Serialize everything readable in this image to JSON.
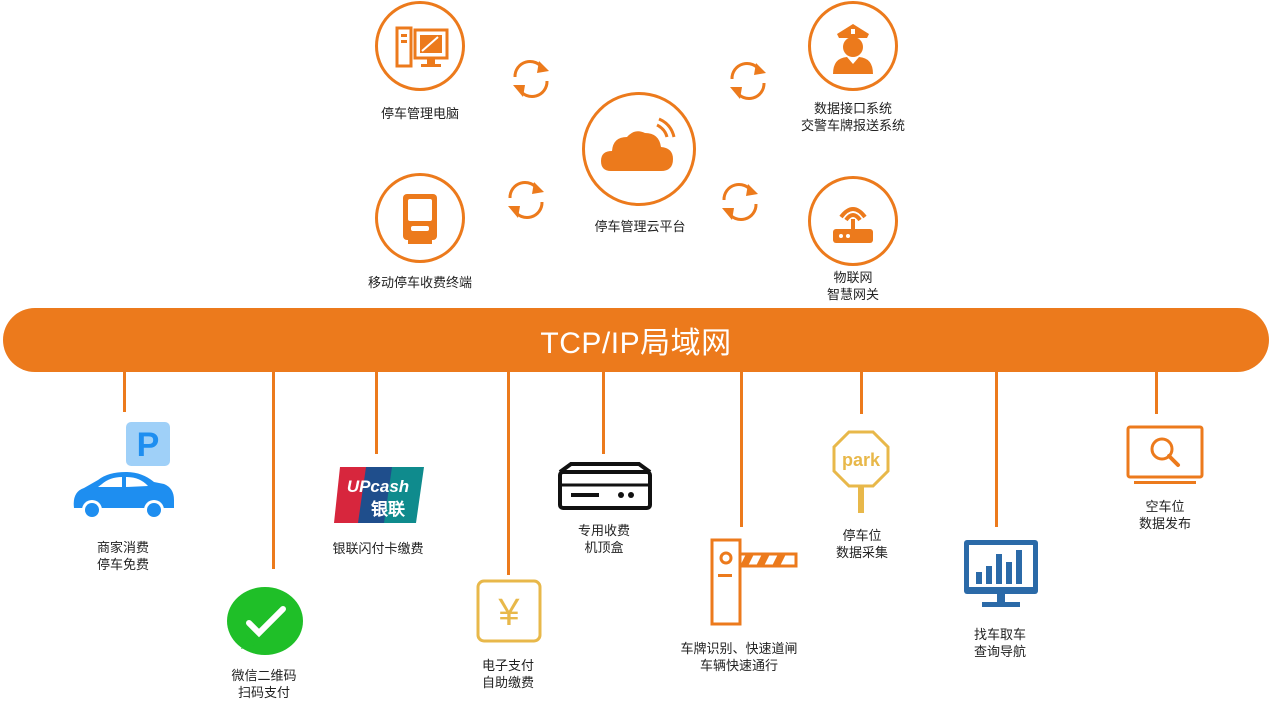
{
  "network": {
    "title": "TCP/IP局域网"
  },
  "top_nodes": {
    "pc": {
      "label": "停车管理电脑",
      "icon": "computer-icon"
    },
    "mobile": {
      "label": "移动停车收费终端",
      "icon": "mobile-terminal-icon"
    },
    "cloud": {
      "label": "停车管理云平台",
      "icon": "cloud-icon"
    },
    "police": {
      "line1": "数据接口系统",
      "line2": "交警车牌报送系统",
      "icon": "police-officer-icon"
    },
    "gateway": {
      "line1": "物联网",
      "line2": "智慧网关",
      "icon": "router-icon"
    }
  },
  "bottom_nodes": {
    "merchant": {
      "line1": "商家消费",
      "line2": "停车免费",
      "icon": "car-parking-icon"
    },
    "wechat": {
      "line1": "微信二维码",
      "line2": "扫码支付",
      "icon": "wechat-icon"
    },
    "unionpay": {
      "label": "银联闪付卡缴费",
      "logo_text1": "UPcash",
      "logo_text2": "银联",
      "icon": "unionpay-logo"
    },
    "epay": {
      "line1": "电子支付",
      "line2": "自助缴费",
      "symbol": "¥",
      "icon": "yen-icon"
    },
    "stb": {
      "line1": "专用收费",
      "line2": "机顶盒",
      "icon": "set-top-box-icon"
    },
    "barrier": {
      "line1": "车牌识别、快速道闸",
      "line2": "车辆快速通行",
      "icon": "barrier-gate-icon"
    },
    "parkspot": {
      "line1": "停车位",
      "line2": "数据采集",
      "sign_text": "park",
      "icon": "park-sign-icon"
    },
    "findcar": {
      "line1": "找车取车",
      "line2": "查询导航",
      "icon": "monitor-chart-icon"
    },
    "vacancy": {
      "line1": "空车位",
      "line2": "数据发布",
      "icon": "monitor-search-icon"
    }
  },
  "colors": {
    "accent": "#ec7a1c",
    "blue": "#1e8ef0",
    "light_blue": "#9fd0f8",
    "green": "#1fbf28",
    "unionpay_red": "#d7263d",
    "unionpay_blue": "#1f4e8c",
    "unionpay_teal": "#0f8b8d",
    "yellow": "#e8b84a",
    "dark_blue": "#2b6aa8"
  }
}
